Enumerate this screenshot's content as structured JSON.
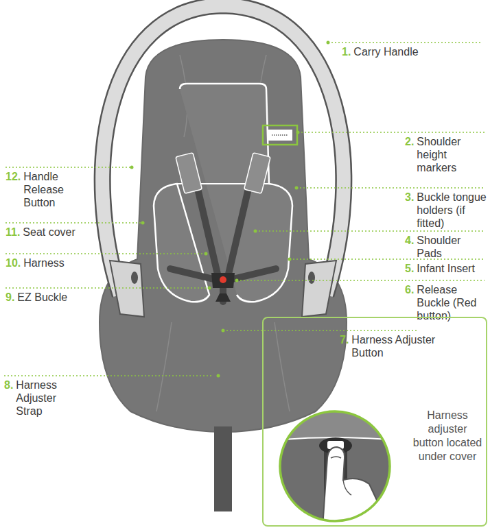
{
  "diagram": {
    "nodes": [
      {
        "text": [
          "Harness adjuster button located under cover"
        ]
      }
    ],
    "labels": [
      "1.",
      "Carry Handle",
      "2.",
      "Shoulder height markers",
      "3.",
      "Buckle tongue holders (if fitted)",
      "4.",
      "Shoulder Pads",
      "5.",
      "Infant Insert",
      "6.",
      "Release Buckle (Red button)",
      "7.",
      "Harness Adjuster Button",
      "8.",
      "Harness Adjuster Strap",
      "9.",
      "EZ Buckle",
      "10.",
      "Harness",
      "11.",
      "Seat cover",
      "12.",
      "Handle Release Button"
    ]
  }
}
